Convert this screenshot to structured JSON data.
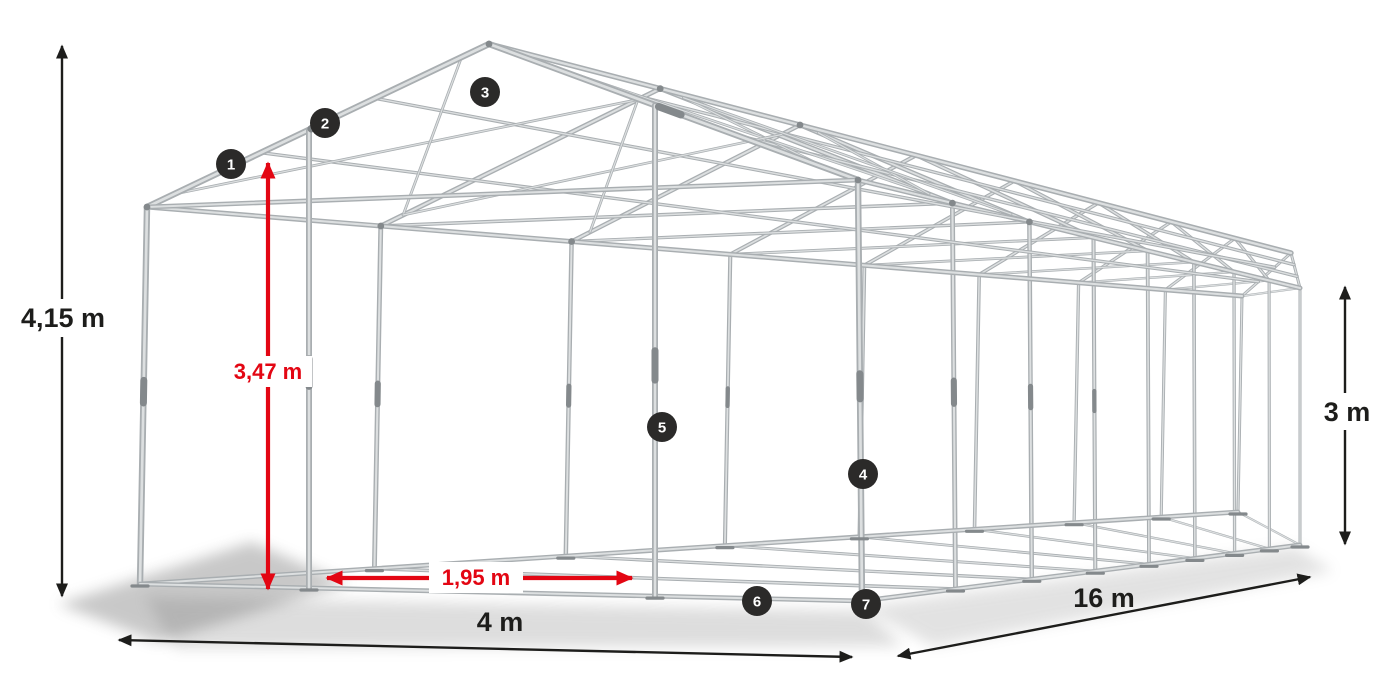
{
  "dimensions": {
    "total_height": {
      "label": "4,15 m"
    },
    "clearance_height": {
      "label": "3,47 m"
    },
    "side_height": {
      "label": "3 m"
    },
    "entrance_width": {
      "label": "1,95 m"
    },
    "width": {
      "label": "4 m"
    },
    "length": {
      "label": "16 m"
    }
  },
  "callouts": [
    {
      "label": "1"
    },
    {
      "label": "2"
    },
    {
      "label": "3"
    },
    {
      "label": "4"
    },
    {
      "label": "5"
    },
    {
      "label": "6"
    },
    {
      "label": "7"
    }
  ],
  "colors": {
    "background": "#ffffff",
    "ink": "#1d1d1b",
    "red": "#e30613",
    "badge_bg": "#2b2a29",
    "badge_text": "#ffffff",
    "frame_light": "#dcdfe0",
    "frame_mid": "#a9aeb1",
    "frame_dark": "#84898c",
    "shadow": "#7e7e7e"
  }
}
